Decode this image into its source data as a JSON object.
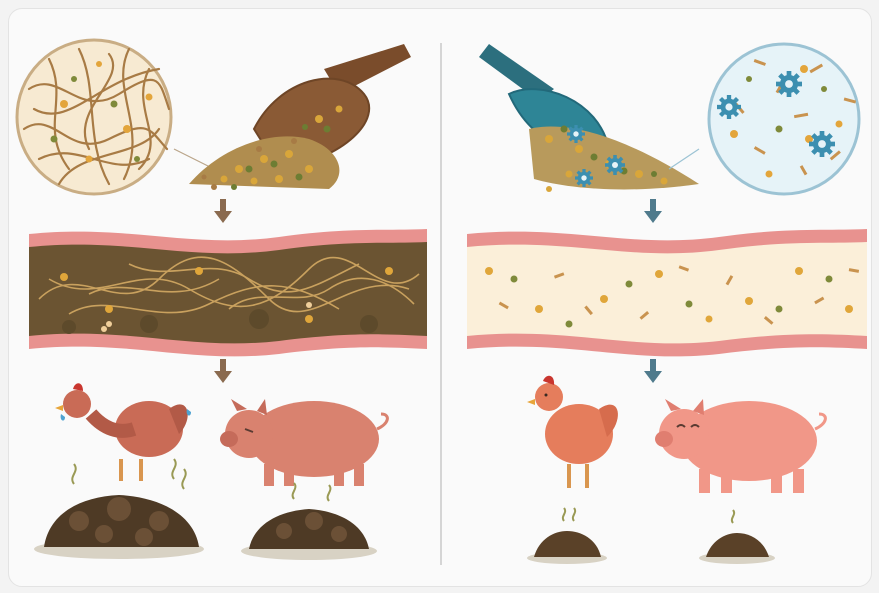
{
  "scene": {
    "left_panel": {
      "feed": "untreated-feed",
      "magnified_view": "tangled-fibers",
      "gut_state": "fiber-clogged-gut",
      "animals": [
        "distressed-chicken",
        "distressed-pig"
      ],
      "manure": "large-manure-piles"
    },
    "right_panel": {
      "feed": "enzyme-treated-feed",
      "magnified_view": "broken-down-fibers-with-enzymes",
      "gut_state": "clear-gut",
      "animals": [
        "happy-chicken",
        "happy-pig"
      ],
      "manure": "small-manure-piles"
    }
  },
  "colors": {
    "background": "#fafafa",
    "arrow": "#6b5a4a",
    "arrow_right": "#4f7a8c",
    "gut_wall": "#e8928f",
    "gut_dirty": "#6b5432",
    "gut_clean": "#fbefd9",
    "scoop_left": "#8a5a35",
    "scoop_right": "#2e8596",
    "enzyme": "#3c8fb0"
  }
}
